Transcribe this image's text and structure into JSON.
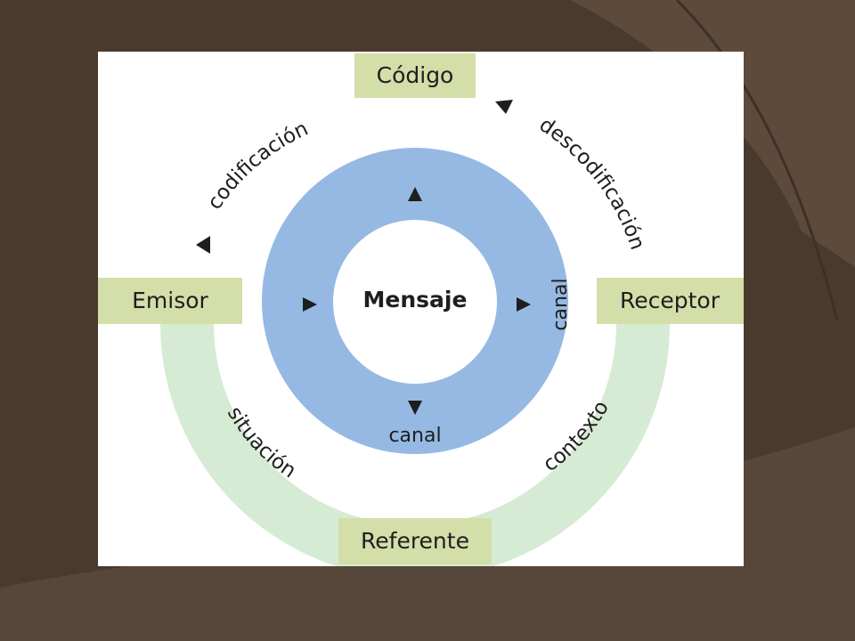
{
  "colors": {
    "slide_background": "#4a3a2e",
    "decor_band": "#5e4a3a",
    "box_fill": "#d3dea9",
    "ring_blue": "#95b9e3",
    "arc_green": "#d6ebd3",
    "text": "#1e1e1e"
  },
  "diagram": {
    "top_box": "Código",
    "left_box": "Emisor",
    "right_box": "Receptor",
    "bottom_box": "Referente",
    "center": "Mensaje",
    "arc_left": "codificación",
    "arc_right": "descodificación",
    "arc_bottom_left": "situación",
    "arc_bottom_right": "contexto",
    "channel_right": "canal",
    "channel_bottom": "canal"
  }
}
